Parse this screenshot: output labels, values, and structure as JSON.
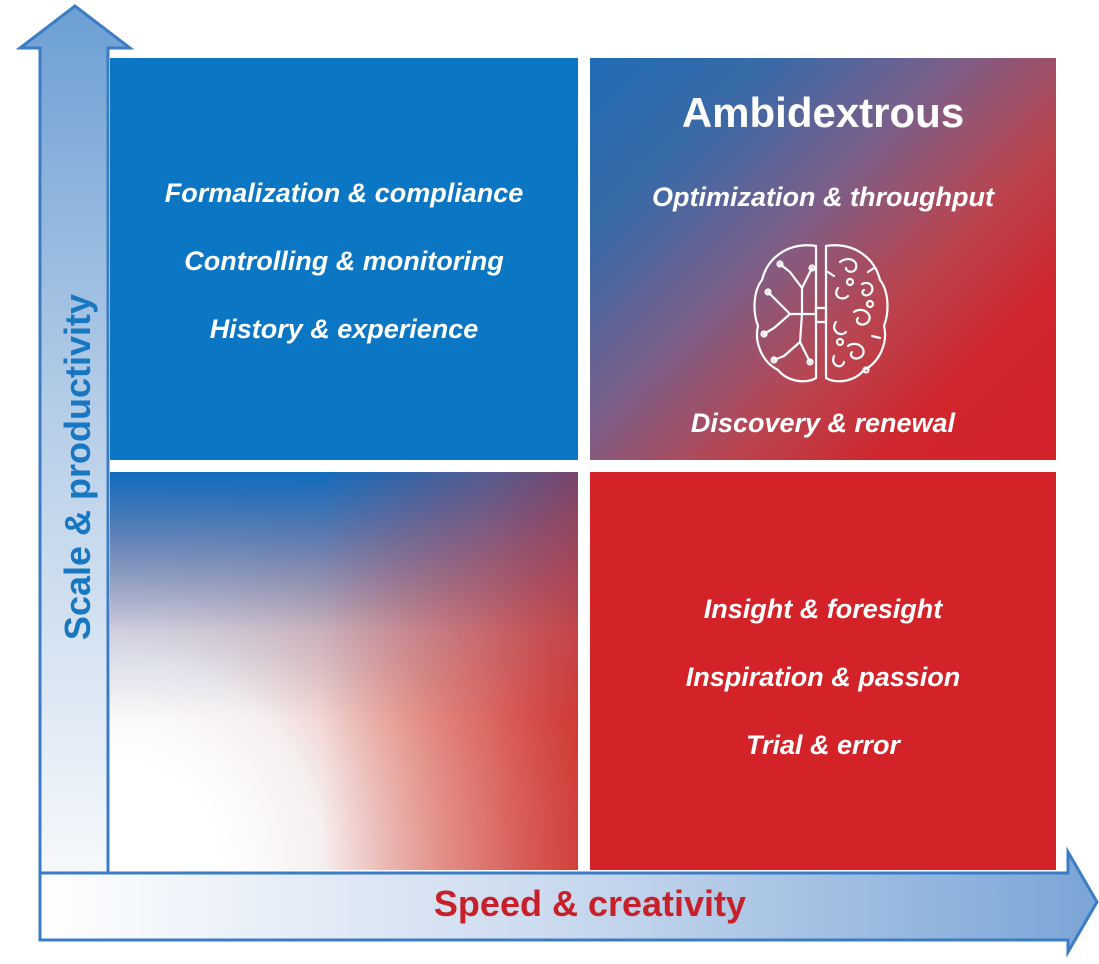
{
  "axes": {
    "x_label": "Speed & creativity",
    "y_label": "Scale & productivity"
  },
  "quadrants": {
    "top_left": {
      "items": [
        "Formalization & compliance",
        "Controlling & monitoring",
        "History & experience"
      ],
      "color": "#0a76c4"
    },
    "top_right": {
      "title": "Ambidextrous",
      "top_item": "Optimization & throughput",
      "bottom_item": "Discovery & renewal",
      "icon": "brain-icon"
    },
    "bottom_left": {
      "style": "blue-white-red gradient"
    },
    "bottom_right": {
      "items": [
        "Insight & foresight",
        "Inspiration & passion",
        "Trial & error"
      ],
      "color": "#d42229"
    }
  },
  "colors": {
    "blue": "#1877c2",
    "red": "#d42229"
  }
}
